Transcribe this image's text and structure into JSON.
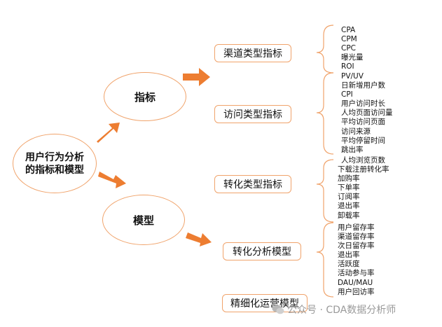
{
  "root": "用户行为分析的指标和模型",
  "nodes": {
    "metrics": "指标",
    "models": "模型"
  },
  "categories": [
    {
      "label": "渠道类型指标",
      "items": [
        "CPA",
        "CPM",
        "CPC",
        "曝光量",
        "ROI"
      ]
    },
    {
      "label": "访问类型指标",
      "items": [
        "PV/UV",
        "日新增用户数",
        "CPI",
        "用户访问时长",
        "人均页面访问量",
        "平均访问页面",
        "访问来源",
        "平均停留时间",
        "跳出率"
      ]
    },
    {
      "label": "转化类型指标",
      "items": [
        "人均浏览页数",
        "下载注册转化率",
        "加购率",
        "下单率",
        "订阅率",
        "退出率",
        "卸载率"
      ]
    },
    {
      "label": "转化分析模型",
      "items": [
        "用户留存率",
        "渠道留存率",
        "次日留存率",
        "退出率",
        "活跃度",
        "活动参与率",
        "DAU/MAU",
        "用户回访率"
      ]
    },
    {
      "label": "精细化运营模型",
      "items": []
    }
  ],
  "watermark": "公众号 · CDA数据分析师",
  "colors": {
    "arrow": "#ed7d31",
    "border": "#f0a36b",
    "bracket": "#f0a36b"
  }
}
